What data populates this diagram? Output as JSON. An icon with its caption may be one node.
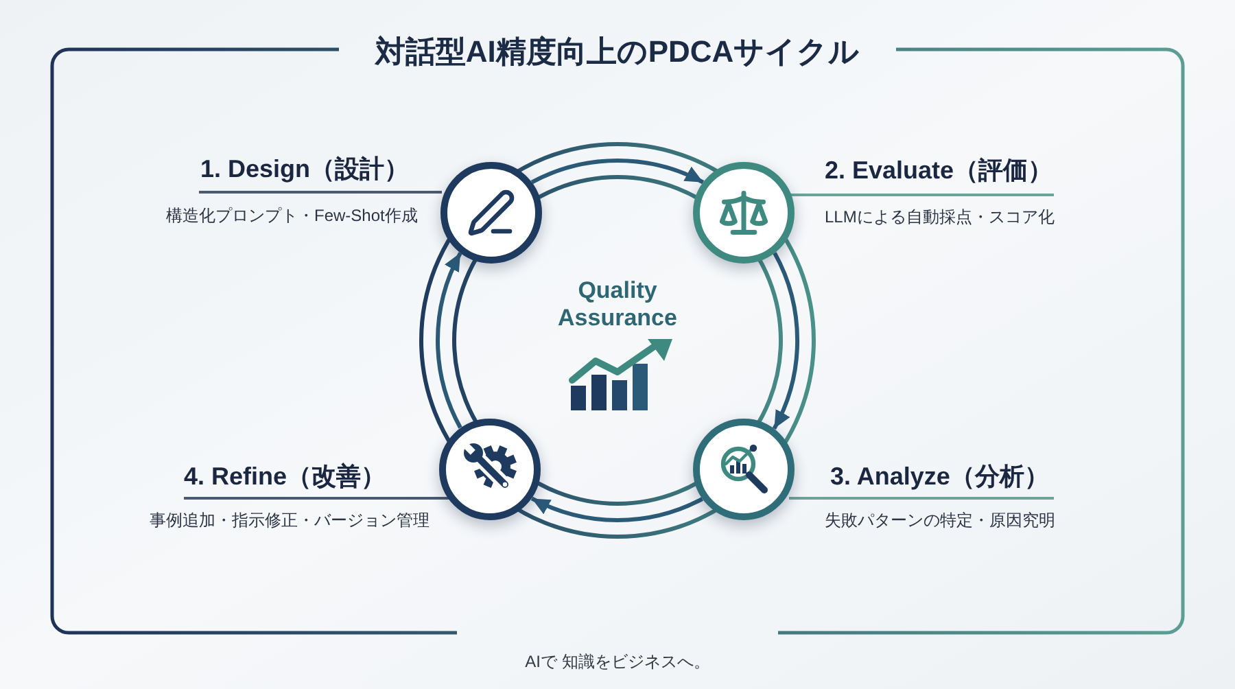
{
  "diagram": {
    "title": "対話型AI精度向上のPDCAサイクル",
    "nodes": [
      {
        "text": [
          "1. Design（設計）",
          "構造化プロンプト・Few-Shot作成"
        ]
      },
      {
        "text": [
          "2. Evaluate（評価）",
          "LLMによる自動採点・スコア化"
        ]
      },
      {
        "text": [
          "3. Analyze（分析）",
          "失敗パターンの特定・原因究明"
        ]
      },
      {
        "text": [
          "4. Refine（改善）",
          "事例追加・指示修正・バージョン管理"
        ]
      }
    ],
    "edges": [
      {
        "from": 0,
        "to": 1,
        "arrow": "to"
      },
      {
        "from": 1,
        "to": 2,
        "arrow": "to"
      },
      {
        "from": 2,
        "to": 3,
        "arrow": "to"
      },
      {
        "from": 3,
        "to": 0,
        "arrow": "to"
      }
    ],
    "labels": [
      "Quality Assurance",
      "AIで 知識をビジネスへ。"
    ]
  }
}
